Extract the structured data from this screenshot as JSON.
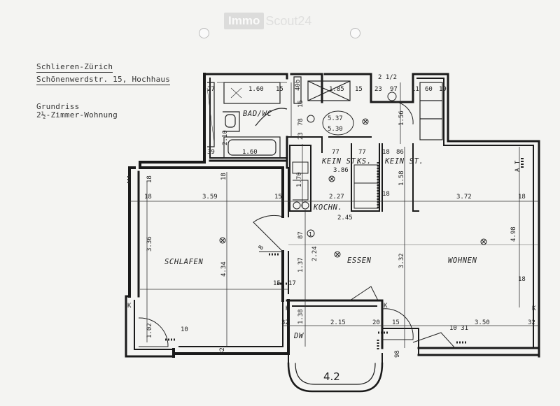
{
  "watermark": {
    "box": "Immo",
    "text": "Scout24"
  },
  "header": {
    "location": "Schlieren-Zürich",
    "address": "Schönenwerdstr. 15, Hochhaus",
    "doc_type": "Grundriss",
    "apartment": "2½-Zimmer-Wohnung"
  },
  "rooms": {
    "schlafen": "SCHLAFEN",
    "essen": "ESSEN",
    "wohnen": "WOHNEN",
    "bad_wc": "BAD/WC",
    "kochn": "KOCHN.",
    "kein_st_1": "KEIN ST.",
    "ks": "KS.",
    "kein_st_2": "KEIN ST.",
    "dw": "DW",
    "balcony": "4.2"
  },
  "dims": {
    "d_2_1_2": "2 1/2",
    "d_1_60_top": "1.60",
    "d_15_a": "15",
    "d_40b": "40b",
    "d_1_85": "1.85",
    "d_15_b": "15",
    "d_23": "23",
    "d_97": "97",
    "d_11": "11",
    "d_60": "60",
    "d_19": "19",
    "d_27": "27",
    "d_5_37": "5.37",
    "d_5_30": "5.30",
    "d_78": "78",
    "d_15_c": "15",
    "d_23_v": "23",
    "d_1_56": "1.56",
    "d_2_10": "2.10",
    "d_39": "39",
    "d_1_60_bot": "1.60",
    "d_77_a": "77",
    "d_77_b": "77",
    "d_18_a": "18",
    "d_86": "86",
    "d_3_86": "3.86",
    "d_1_58": "1.58",
    "d_18_top": "18",
    "d_18_left": "18",
    "d_3_59": "3.59",
    "d_15_d": "15",
    "d_1_70": "1.70",
    "d_2_27": "2.27",
    "d_18_b": "18",
    "d_3_72": "3.72",
    "d_18_c": "18",
    "d_2_45": "2.45",
    "d_87": "87",
    "d_2_24": "2.24",
    "d_3_36": "3.36",
    "d_4_34": "4.34",
    "d_8": "8",
    "d_3_32": "3.32",
    "d_4_98": "4.98",
    "d_1_37": "1.37",
    "d_15_e": "15",
    "d_17": "17",
    "d_18_d": "18",
    "d_1_02": "1.02",
    "d_10": "10",
    "d_1_38": "1.38",
    "d_32_a": "32",
    "d_2_15": "2.15",
    "d_20": "20",
    "d_15_f": "15",
    "d_10_31": "10 31",
    "d_3_50": "3.50",
    "d_32_b": "32",
    "d_32_c": "32",
    "d_98": "98",
    "d_1": "1",
    "k": "K",
    "at": "A T"
  }
}
